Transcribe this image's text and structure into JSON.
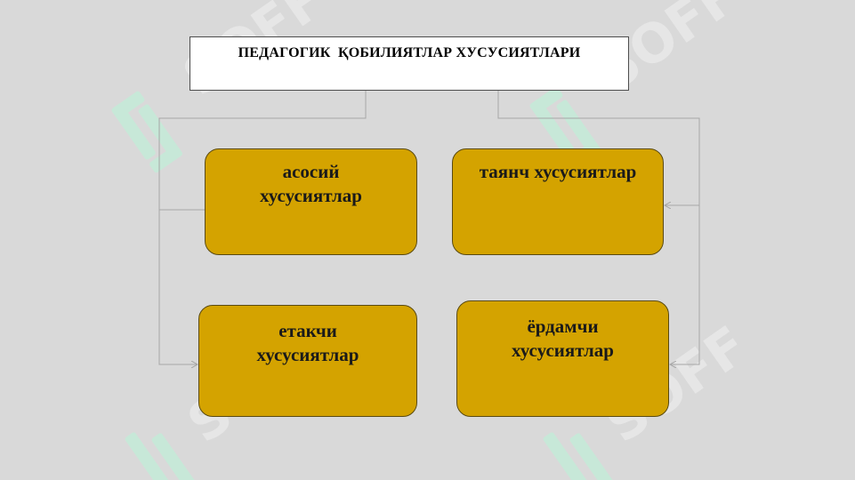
{
  "diagram": {
    "title": "ПЕДАГОГИК  ҚОБИЛИЯТЛАР ХУСУСИЯТЛАРИ",
    "nodes": [
      {
        "id": "node-1",
        "lines": [
          "асосий",
          "хусусиятлар"
        ]
      },
      {
        "id": "node-2",
        "lines": [
          "таянч хусусиятлар"
        ]
      },
      {
        "id": "node-3",
        "lines": [
          "етакчи",
          "хусусиятлар"
        ]
      },
      {
        "id": "node-4",
        "lines": [
          "ёрдамчи",
          "хусусиятлар"
        ]
      }
    ],
    "colors": {
      "background": "#d9d9d9",
      "node_fill": "#d4a300",
      "node_border": "#5a4a10",
      "connector": "#a6a6a6",
      "watermark": "#c8ecdc"
    }
  },
  "watermark": {
    "text": "SOFF",
    "icon": "isoff-logo-icon"
  }
}
